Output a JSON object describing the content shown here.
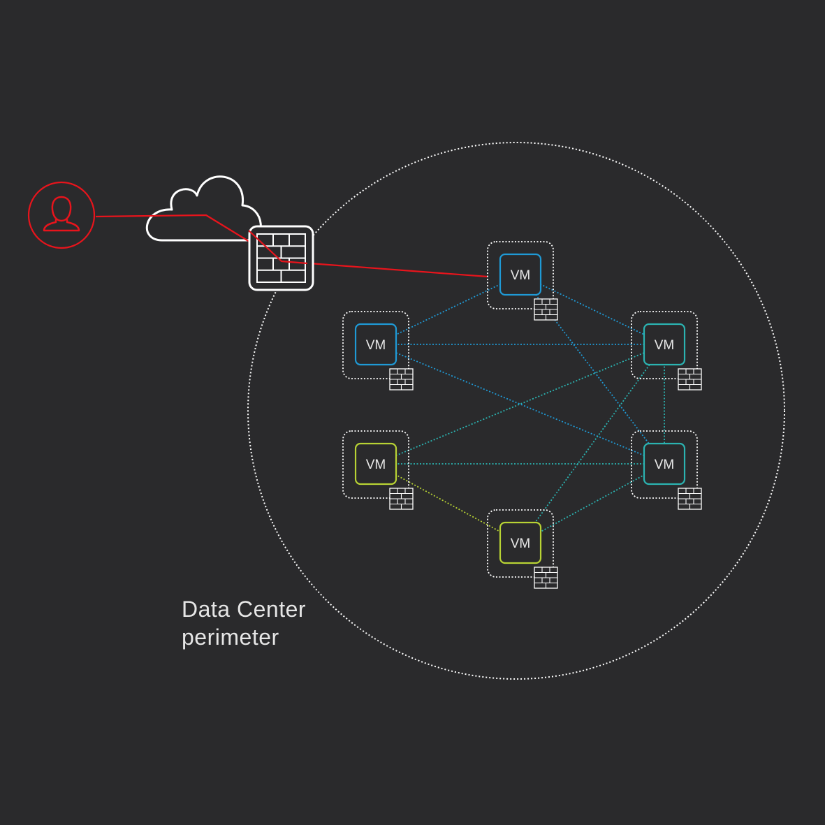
{
  "colors": {
    "background": "#2a2a2c",
    "perimeter": "#ffffff",
    "attack": "#e8141c",
    "blue": "#1f9ad6",
    "teal": "#2bb3b1",
    "green": "#b8d334",
    "node_border": "#ffffff"
  },
  "perimeter_label": {
    "line1": "Data Center",
    "line2": "perimeter"
  },
  "icons": {
    "user": "user-icon",
    "cloud": "cloud-icon",
    "firewall": "firewall-icon"
  },
  "vms": [
    {
      "id": "vm-top",
      "label": "VM",
      "color": "blue"
    },
    {
      "id": "vm-upper-left",
      "label": "VM",
      "color": "blue"
    },
    {
      "id": "vm-upper-right",
      "label": "VM",
      "color": "teal"
    },
    {
      "id": "vm-lower-left",
      "label": "VM",
      "color": "green"
    },
    {
      "id": "vm-lower-right",
      "label": "VM",
      "color": "teal"
    },
    {
      "id": "vm-bottom",
      "label": "VM",
      "color": "green"
    }
  ],
  "connections": [
    {
      "from": "vm-top",
      "to": "vm-upper-left",
      "color": "blue"
    },
    {
      "from": "vm-top",
      "to": "vm-upper-right",
      "color": "blue"
    },
    {
      "from": "vm-top",
      "to": "vm-lower-right",
      "color": "blue"
    },
    {
      "from": "vm-upper-left",
      "to": "vm-upper-right",
      "color": "blue"
    },
    {
      "from": "vm-upper-left",
      "to": "vm-lower-right",
      "color": "blue"
    },
    {
      "from": "vm-upper-right",
      "to": "vm-lower-left",
      "color": "teal"
    },
    {
      "from": "vm-upper-right",
      "to": "vm-lower-right",
      "color": "teal"
    },
    {
      "from": "vm-upper-right",
      "to": "vm-bottom",
      "color": "teal"
    },
    {
      "from": "vm-lower-left",
      "to": "vm-lower-right",
      "color": "teal"
    },
    {
      "from": "vm-lower-right",
      "to": "vm-bottom",
      "color": "teal"
    },
    {
      "from": "vm-lower-left",
      "to": "vm-bottom",
      "color": "green"
    }
  ]
}
